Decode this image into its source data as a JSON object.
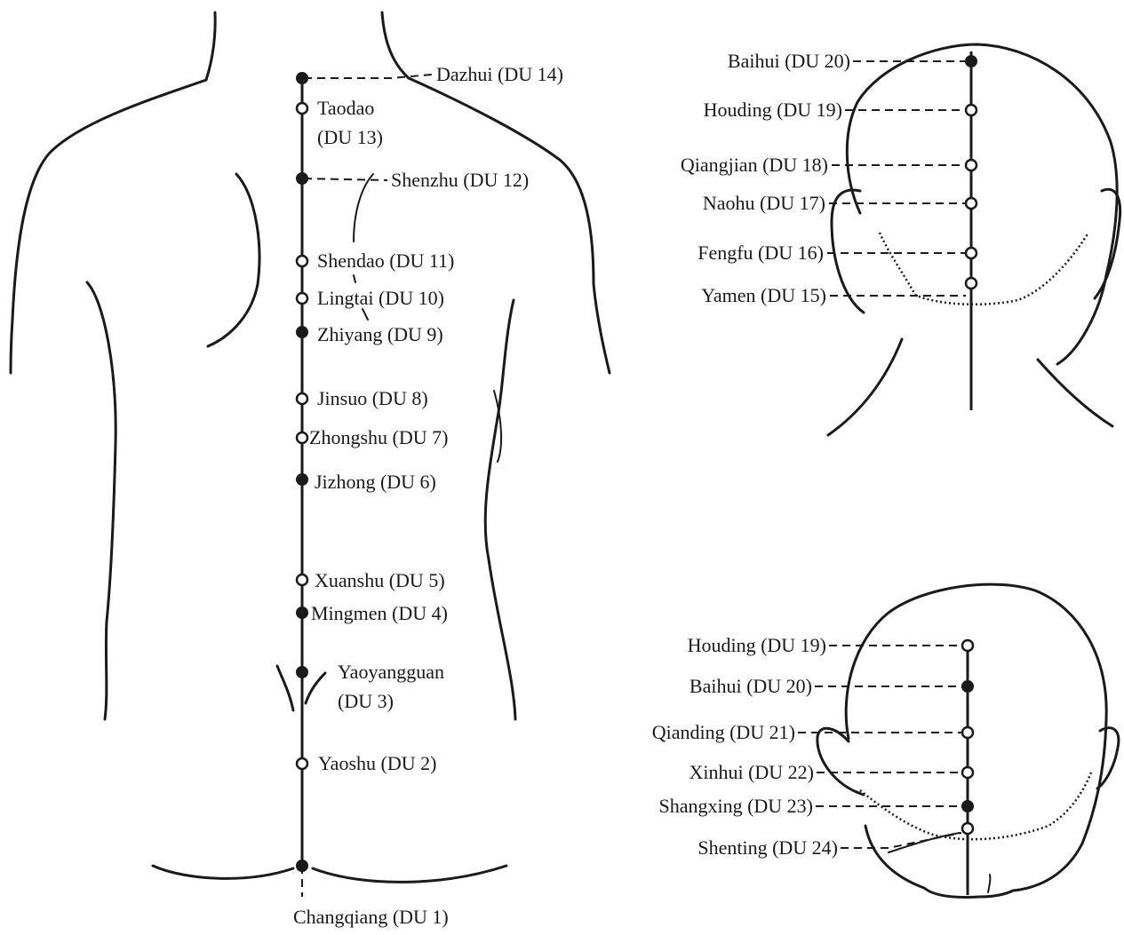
{
  "back_view": {
    "points": [
      {
        "id": "dazhui",
        "label": "Dazhui (DU 14)",
        "marker": "solid"
      },
      {
        "id": "taodao",
        "label_lines": [
          "Taodao",
          "(DU 13)"
        ],
        "marker": "open"
      },
      {
        "id": "shenzhu",
        "label": "Shenzhu (DU 12)",
        "marker": "solid"
      },
      {
        "id": "shendao",
        "label": "Shendao (DU 11)",
        "marker": "open"
      },
      {
        "id": "lingtai",
        "label": "Lingtai (DU 10)",
        "marker": "open"
      },
      {
        "id": "zhiyang",
        "label": "Zhiyang (DU 9)",
        "marker": "solid"
      },
      {
        "id": "jinsuo",
        "label": "Jinsuo (DU 8)",
        "marker": "open"
      },
      {
        "id": "zhongshu",
        "label": "Zhongshu (DU 7)",
        "marker": "open"
      },
      {
        "id": "jizhong",
        "label": "Jizhong (DU 6)",
        "marker": "solid"
      },
      {
        "id": "xuanshu",
        "label": "Xuanshu (DU 5)",
        "marker": "open"
      },
      {
        "id": "mingmen",
        "label": "Mingmen (DU 4)",
        "marker": "solid"
      },
      {
        "id": "yaoyangguan",
        "label_lines": [
          "Yaoyangguan",
          "(DU 3)"
        ],
        "marker": "solid"
      },
      {
        "id": "yaoshu",
        "label": "Yaoshu (DU 2)",
        "marker": "open"
      },
      {
        "id": "changqiang",
        "label": "Changqiang (DU 1)",
        "marker": "solid"
      }
    ]
  },
  "head_posterior": {
    "points": [
      {
        "id": "baihui",
        "label": "Baihui (DU 20)",
        "marker": "solid"
      },
      {
        "id": "houding",
        "label": "Houding (DU 19)",
        "marker": "open"
      },
      {
        "id": "qiangjian",
        "label": "Qiangjian (DU 18)",
        "marker": "open"
      },
      {
        "id": "naohu",
        "label": "Naohu (DU 17)",
        "marker": "open"
      },
      {
        "id": "fengfu",
        "label": "Fengfu (DU 16)",
        "marker": "open"
      },
      {
        "id": "yamen",
        "label": "Yamen (DU 15)",
        "marker": "open"
      }
    ]
  },
  "head_top": {
    "points": [
      {
        "id": "houding",
        "label": "Houding (DU 19)",
        "marker": "open"
      },
      {
        "id": "baihui",
        "label": "Baihui (DU 20)",
        "marker": "solid"
      },
      {
        "id": "qianding",
        "label": "Qianding (DU 21)",
        "marker": "open"
      },
      {
        "id": "xinhui",
        "label": "Xinhui (DU 22)",
        "marker": "open"
      },
      {
        "id": "shangxing",
        "label": "Shangxing (DU 23)",
        "marker": "solid"
      },
      {
        "id": "shenting",
        "label": "Shenting (DU 24)",
        "marker": "open"
      }
    ]
  }
}
